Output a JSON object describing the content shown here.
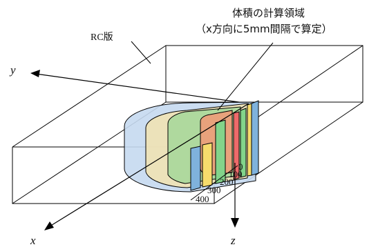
{
  "labels": {
    "slab": "RC版",
    "region_line1": "体積の計算領域",
    "region_line2": "（x方向に5mm間隔で算定）"
  },
  "axes": {
    "x": "x",
    "y": "y",
    "z": "z"
  },
  "depth_ticks": [
    "0",
    "100",
    "200",
    "300",
    "400"
  ],
  "colors": {
    "outer_ring": "#c5d9ef",
    "ring_2": "#efe2b4",
    "ring_3": "#a9d89b",
    "inner_ring": "#ee9b78",
    "strip_blue": "#7fb2dc",
    "strip_yellow": "#f6dc6c",
    "strip_green": "#82d48a",
    "strip_red": "#ee6a6a",
    "line": "#000000"
  }
}
